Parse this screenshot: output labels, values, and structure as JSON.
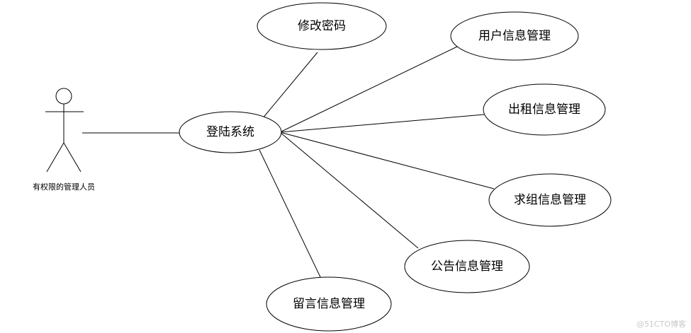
{
  "actor": {
    "label": "有权限的管理人员"
  },
  "use_cases": {
    "login": "登陆系统",
    "change_password": "修改密码",
    "user_info": "用户信息管理",
    "rental_info": "出租信息管理",
    "seek_rental_info": "求组信息管理",
    "notice_info": "公告信息管理",
    "message_info": "留言信息管理"
  },
  "watermark": "@51CTO博客"
}
